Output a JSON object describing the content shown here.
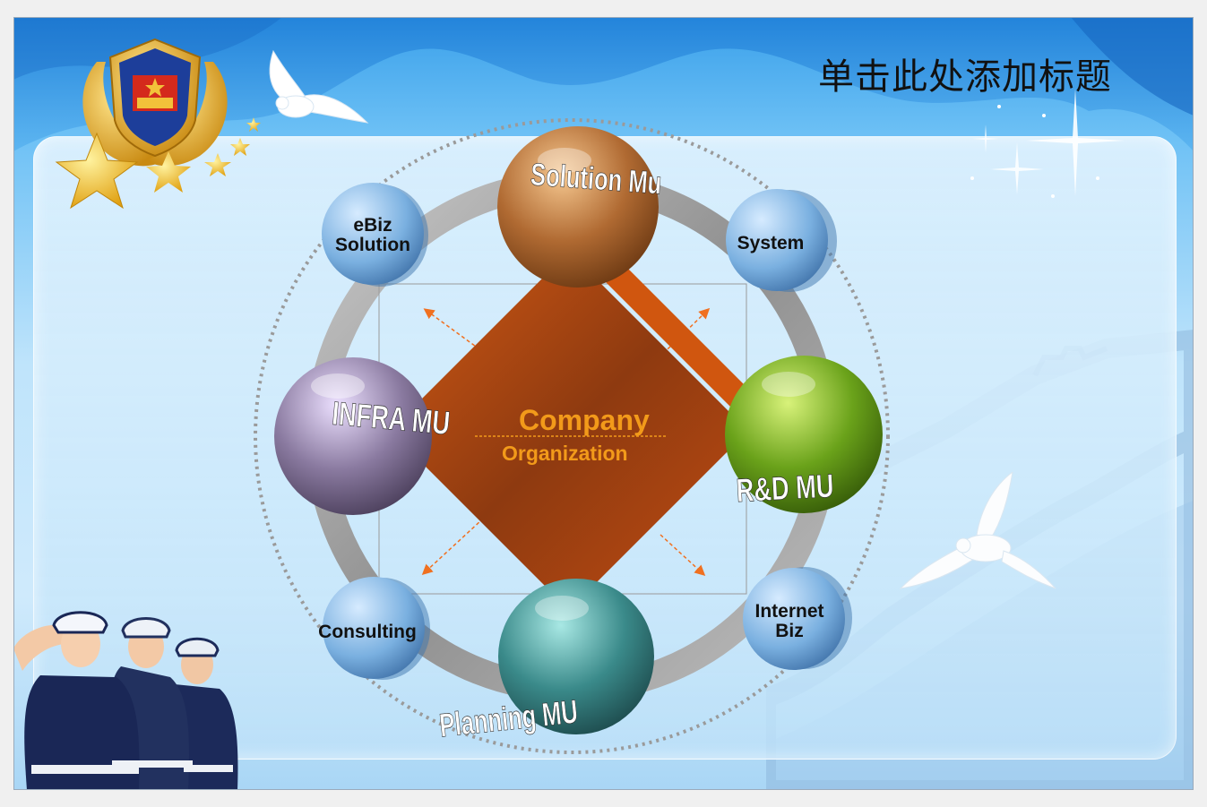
{
  "slide": {
    "title": "单击此处添加标题"
  },
  "diagram": {
    "center": {
      "title": "Company",
      "subtitle": "Organization"
    },
    "major_units": {
      "top": "Solution Mu",
      "right": "R&D MU",
      "bottom": "Planning MU",
      "left": "INFRA MU"
    },
    "satellites": {
      "top_left_line1": "eBiz",
      "top_left_line2": "Solution",
      "top_right": "System",
      "bottom_left": "Consulting",
      "bottom_right_line1": "Internet",
      "bottom_right_line2": "Biz"
    }
  },
  "colors": {
    "accent_orange": "#f29a1a",
    "diamond": "#b54a12",
    "ball_top": "#b06a32",
    "ball_right": "#6aa21a",
    "ball_bottom": "#3a8a8a",
    "ball_left": "#8a7aa0",
    "satellite": "#6a9ed0"
  }
}
